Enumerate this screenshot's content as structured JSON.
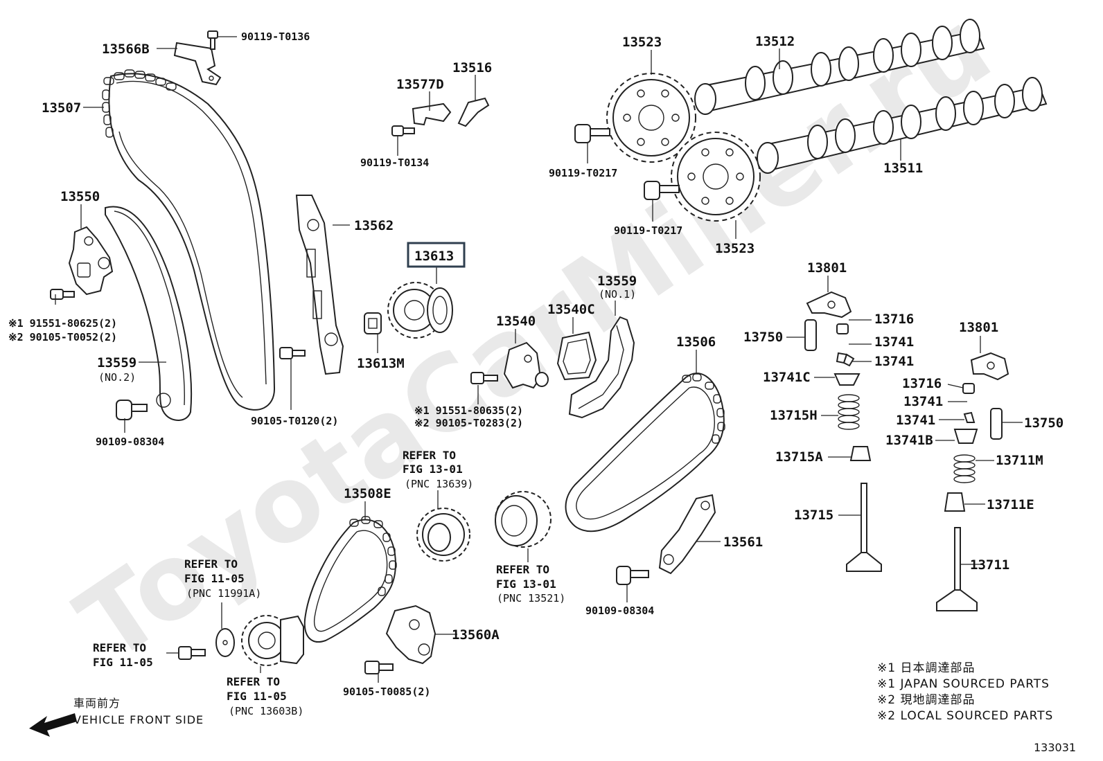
{
  "watermark": "ToyotaCarMiner.ru",
  "highlighted_part": "13613",
  "diagram_number": "133031",
  "labels": {
    "p13566B": "13566B",
    "p90119_T0136": "90119-T0136",
    "p13507": "13507",
    "p13577D": "13577D",
    "p13516": "13516",
    "p90119_T0134": "90119-T0134",
    "p13523a": "13523",
    "p13512": "13512",
    "p90119_T0217a": "90119-T0217",
    "p90119_T0217b": "90119-T0217",
    "p13511": "13511",
    "p13523b": "13523",
    "p13550": "13550",
    "p13562": "13562",
    "p13613": "13613",
    "p91551_80625": "※1 91551-80625(2)",
    "p90105_T0052": "※2 90105-T0052(2)",
    "p13559_2": "13559",
    "p13559_2_sub": "(NO.2)",
    "p90109_08304a": "90109-08304",
    "p13613M": "13613M",
    "p90105_T0120": "90105-T0120(2)",
    "p13540": "13540",
    "p13540C": "13540C",
    "p13559_1": "13559",
    "p13559_1_sub": "(NO.1)",
    "p91551_80635": "※1 91551-80635(2)",
    "p90105_T0283": "※2 90105-T0283(2)",
    "p13506": "13506",
    "p13801a": "13801",
    "p13716a": "13716",
    "p13750a": "13750",
    "p13741a": "13741",
    "p13741b": "13741",
    "p13741C": "13741C",
    "p13715H": "13715H",
    "p13715A": "13715A",
    "p13715": "13715",
    "p13801b": "13801",
    "p13716b": "13716",
    "p13741c": "13741",
    "p13741d": "13741",
    "p13750b": "13750",
    "p13741B": "13741B",
    "p13711M": "13711M",
    "p13711E": "13711E",
    "p13711": "13711",
    "p13508E": "13508E",
    "p13561": "13561",
    "p90109_08304b": "90109-08304",
    "p13560A": "13560A",
    "p90105_T0085": "90105-T0085(2)"
  },
  "refs": {
    "r1": [
      "REFER TO",
      "FIG 13-01",
      "(PNC 13639)"
    ],
    "r2": [
      "REFER TO",
      "FIG 13-01",
      "(PNC 13521)"
    ],
    "r3": [
      "REFER TO",
      "FIG 11-05",
      "(PNC 11991A)"
    ],
    "r4": [
      "REFER TO",
      "FIG 11-05"
    ],
    "r5": [
      "REFER TO",
      "FIG 11-05",
      "(PNC 13603B)"
    ]
  },
  "direction": {
    "jp": "車両前方",
    "en": "VEHICLE FRONT SIDE"
  },
  "legend": [
    "※1 日本調達部品",
    "※1 JAPAN SOURCED PARTS",
    "※2 現地調達部品",
    "※2 LOCAL SOURCED PARTS"
  ]
}
